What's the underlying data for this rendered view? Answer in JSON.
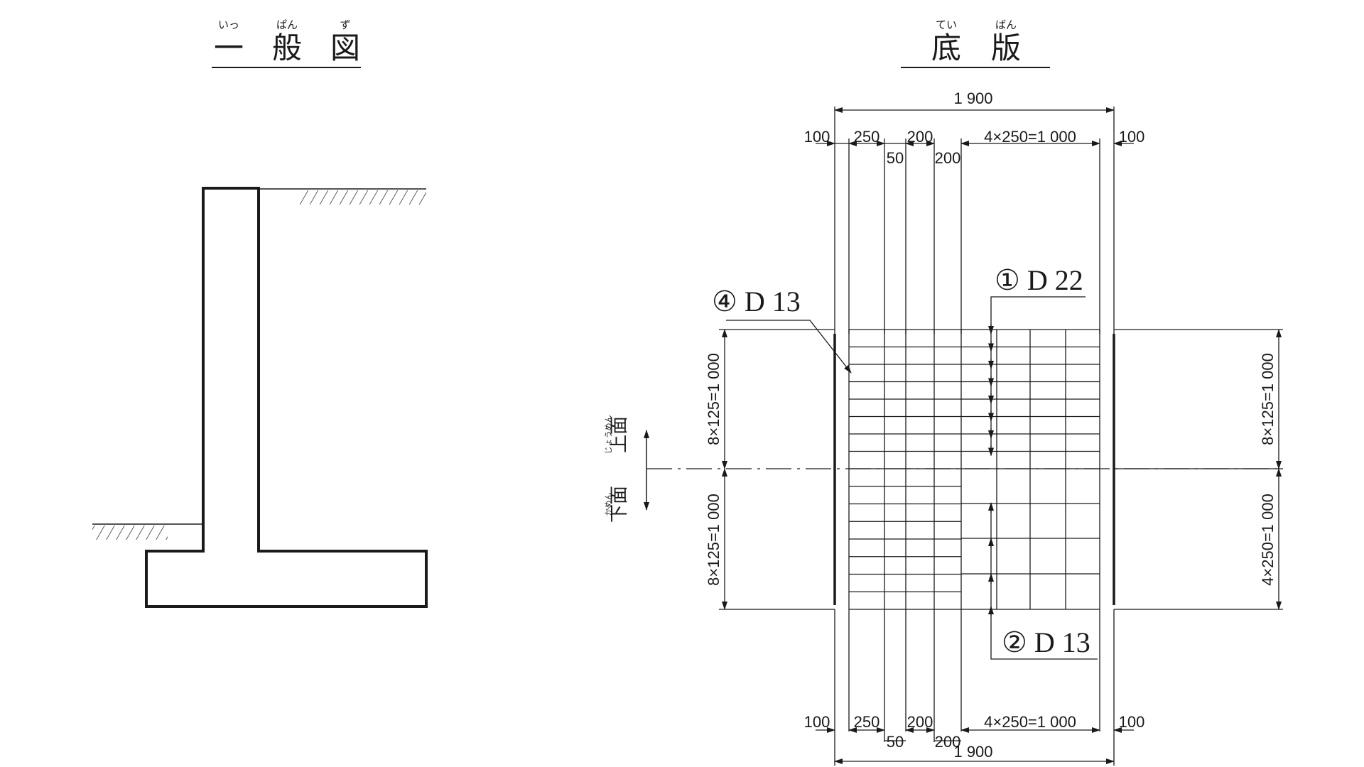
{
  "general": {
    "title_chars": [
      "一",
      "般",
      "図"
    ],
    "title_ruby": [
      "いっ",
      "ぱん",
      "ず"
    ]
  },
  "slab": {
    "title_chars": [
      "底",
      "版"
    ],
    "title_ruby": [
      "てい",
      "ばん"
    ],
    "dim_total": "1 900",
    "dim_100": "100",
    "dim_250": "250",
    "dim_200": "200",
    "dim_50": "50",
    "dim_4x250": "4×250=1 000",
    "dim_8x125": "8×125=1 000",
    "dim_4x250_right": "4×250=1 000",
    "bar1": "① D 22",
    "bar2": "② D 13",
    "bar4": "④ D 13",
    "upper_face": {
      "text": "上面",
      "ruby": "じょうめん"
    },
    "lower_face": {
      "text": "下面",
      "ruby": "かめん"
    }
  }
}
